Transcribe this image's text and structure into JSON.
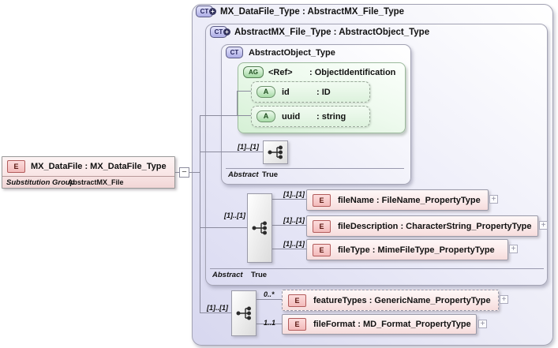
{
  "icons": {
    "ct": "CT",
    "ct_plus": "+",
    "ag": "AG",
    "a": "A",
    "e": "E",
    "expand": "+",
    "collapse": "−"
  },
  "root_element": {
    "title": "MX_DataFile : MX_DataFile_Type",
    "footer_label": "Substitution Group",
    "footer_value": "AbstractMX_File"
  },
  "outer_type": {
    "title": "MX_DataFile_Type : AbstractMX_File_Type"
  },
  "base_type": {
    "title": "AbstractMX_File_Type : AbstractObject_Type",
    "sequence_cardinality": "[1]..[1]",
    "abstract_label": "Abstract",
    "abstract_value": "True"
  },
  "object_type": {
    "title": "AbstractObject_Type",
    "sequence_cardinality": "[1]..[1]",
    "abstract_label": "Abstract",
    "abstract_value": "True",
    "attribute_group": {
      "name": "<Ref>",
      "type": ": ObjectIdentification",
      "attributes": [
        {
          "name": "id",
          "type": ": ID"
        },
        {
          "name": "uuid",
          "type": ": string"
        }
      ]
    }
  },
  "base_elements": [
    {
      "cardinality": "[1]..[1]",
      "label": "fileName : FileName_PropertyType"
    },
    {
      "cardinality": "[1]..[1]",
      "label": "fileDescription : CharacterString_PropertyType"
    },
    {
      "cardinality": "[1]..[1]",
      "label": "fileType : MimeFileType_PropertyType"
    }
  ],
  "own_sequence": {
    "cardinality": "[1]..[1]"
  },
  "own_elements": [
    {
      "cardinality": "0..*",
      "label": "featureTypes : GenericName_PropertyType",
      "optional": true
    },
    {
      "cardinality": "1..1",
      "label": "fileFormat : MD_Format_PropertyType",
      "optional": false
    }
  ],
  "colors": {
    "element_pink": "#f6dcdc",
    "group_green": "#d5f0d5",
    "container_lavender": "#d7d7ef"
  }
}
